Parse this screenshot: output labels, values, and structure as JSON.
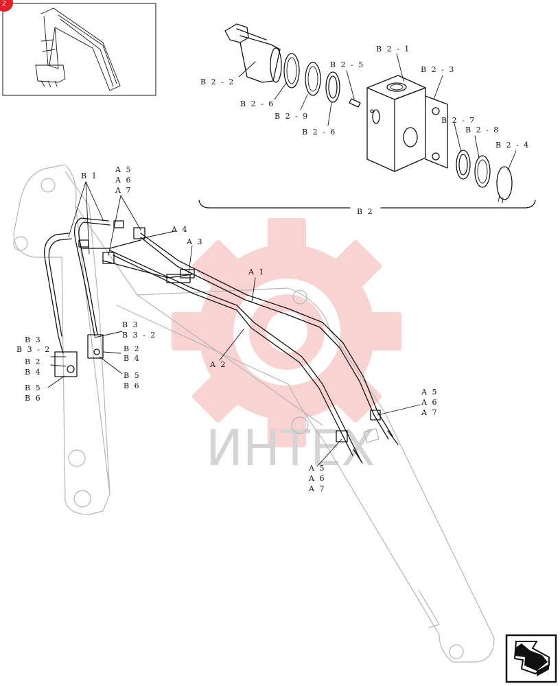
{
  "watermark": {
    "text": "ИНТЕХ",
    "color": "#f08080"
  },
  "badge": {
    "text": "2",
    "color": "#e31e24"
  },
  "nav": {
    "icon": "return-arrow-icon"
  },
  "labels": {
    "b2_1": "B 2 - 1",
    "b2_2": "B 2 - 2",
    "b2_3": "B 2 - 3",
    "b2_4": "B 2 - 4",
    "b2_5": "B 2 - 5",
    "b2_6a": "B 2 - 6",
    "b2_6b": "B 2 - 6",
    "b2_7": "B 2 - 7",
    "b2_8": "B 2 - 8",
    "b2_9": "B 2 - 9",
    "b2_group": "B 2",
    "b1": "B 1",
    "a5_top": [
      "A 5",
      "A 6",
      "A 7"
    ],
    "a4": "A 4",
    "a3": "A 3",
    "a1": "A 1",
    "a2": "A 2",
    "b3_left": "B 3",
    "b3_2_left": "B 3 - 2",
    "b2_left": "B 2",
    "b4_left": "B 4",
    "b5_left": "B 5",
    "b6_left": "B 6",
    "b3_mid": "B 3",
    "b3_2_mid": "B 3 - 2",
    "b2_mid": "B 2",
    "b4_mid": "B 4",
    "b5_mid": "B 5",
    "b6_mid": "B 6",
    "a5_right": [
      "A 5",
      "A 6",
      "A 7"
    ],
    "a5_bottom": [
      "A 5",
      "A 6",
      "A 7"
    ]
  }
}
